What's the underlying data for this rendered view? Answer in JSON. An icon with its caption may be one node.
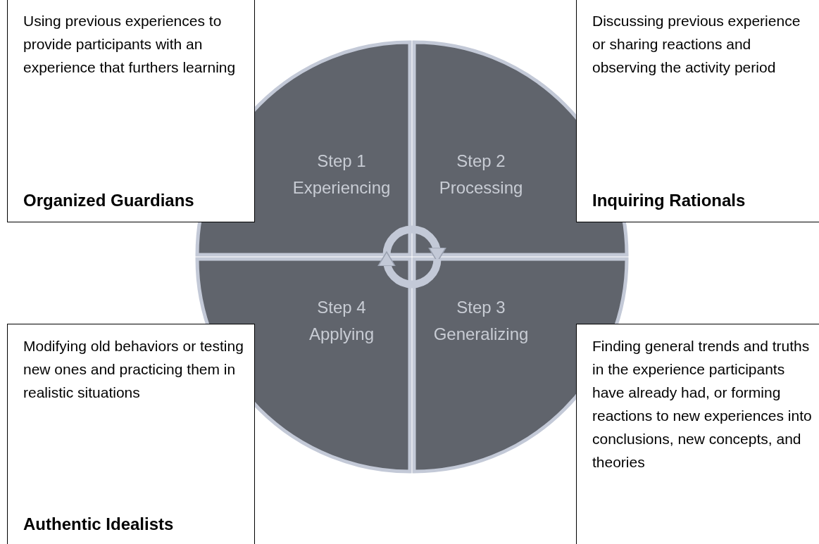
{
  "diagram": {
    "nodes": [
      {
        "text": [
          "Using previous experiences to provide participants with an experience that furthers learning",
          "Organized Guardians"
        ]
      },
      {
        "text": [
          "Step 1",
          "Experiencing"
        ]
      },
      {
        "text": [
          "Step 2",
          "Processing"
        ]
      },
      {
        "text": [
          "Discussing previous experience or sharing reactions and observing the activity period",
          "Inquiring Rationals"
        ]
      },
      {
        "text": [
          "Step 4",
          "Applying"
        ]
      },
      {
        "text": [
          "Step 3",
          "Generalizing"
        ]
      },
      {
        "text": [
          "Modifying old behaviors or testing new ones and practicing them in realistic situations",
          "Authentic Idealists"
        ]
      },
      {
        "text": [
          "Finding general trends and truths in the experience participants have already had, or forming reactions to new experiences into conclusions, new concepts, and theories"
        ]
      }
    ],
    "edges": [
      {
        "from": 1,
        "to": 2,
        "arrow": "to"
      },
      {
        "from": 5,
        "to": 4,
        "arrow": "to"
      }
    ]
  }
}
